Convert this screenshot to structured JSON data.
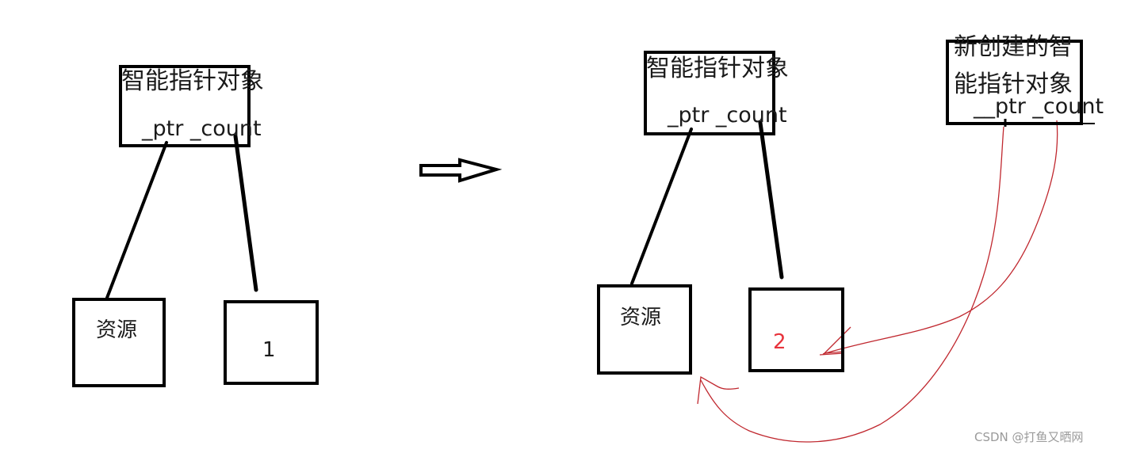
{
  "left": {
    "smart_ptr_label": "智能指针对象",
    "ptr_fields": "_ptr _count",
    "resource_label": "资源",
    "count_value": "1"
  },
  "right": {
    "smart_ptr_label": "智能指针对象",
    "ptr_fields": "_ptr _count",
    "resource_label": "资源",
    "count_value": "2"
  },
  "new_object": {
    "label_line1": "新创建的智",
    "label_line2": "能指针对象",
    "ptr_fields": "__ptr _count"
  },
  "watermark": "CSDN @打鱼又晒网",
  "colors": {
    "stroke": "#000000",
    "highlight": "#e8333c",
    "annotation": "#c0282f"
  }
}
